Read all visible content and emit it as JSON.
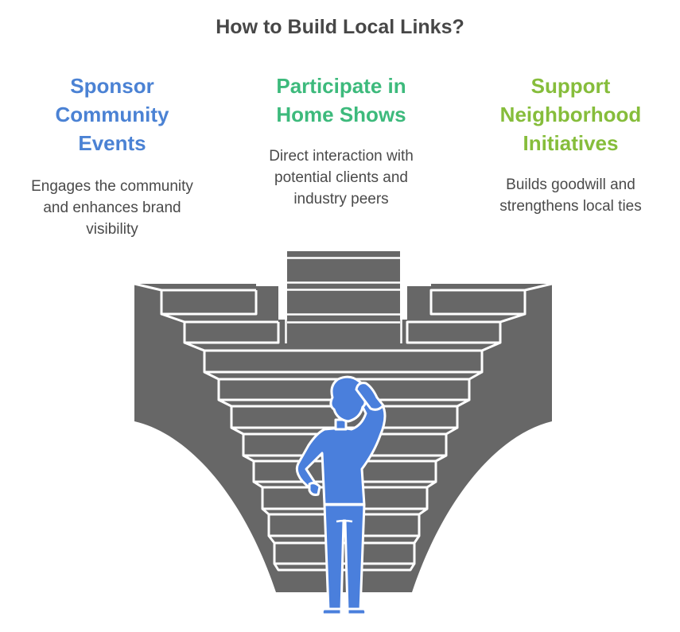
{
  "title": "How to Build Local Links?",
  "columns": [
    {
      "heading": "Sponsor Community Events",
      "heading_lines": [
        "Sponsor",
        "Community",
        "Events"
      ],
      "description_lines": [
        "Engages the community",
        "and enhances brand",
        "visibility"
      ],
      "color": "#4b82d4"
    },
    {
      "heading": "Participate in Home Shows",
      "heading_lines": [
        "Participate in",
        "Home Shows"
      ],
      "description_lines": [
        "Direct interaction with",
        "potential clients and",
        "industry peers"
      ],
      "color": "#3dba7c"
    },
    {
      "heading": "Support Neighborhood Initiatives",
      "heading_lines": [
        "Support",
        "Neighborhood",
        "Initiatives"
      ],
      "description_lines": [
        "Builds goodwill and",
        "strengthens local ties"
      ],
      "color": "#86bd3b"
    }
  ],
  "illustration": {
    "subject": "person-contemplating-three-staircases",
    "stair_color": "#676767",
    "person_color": "#4a7fdc",
    "outline_color": "#ffffff"
  }
}
